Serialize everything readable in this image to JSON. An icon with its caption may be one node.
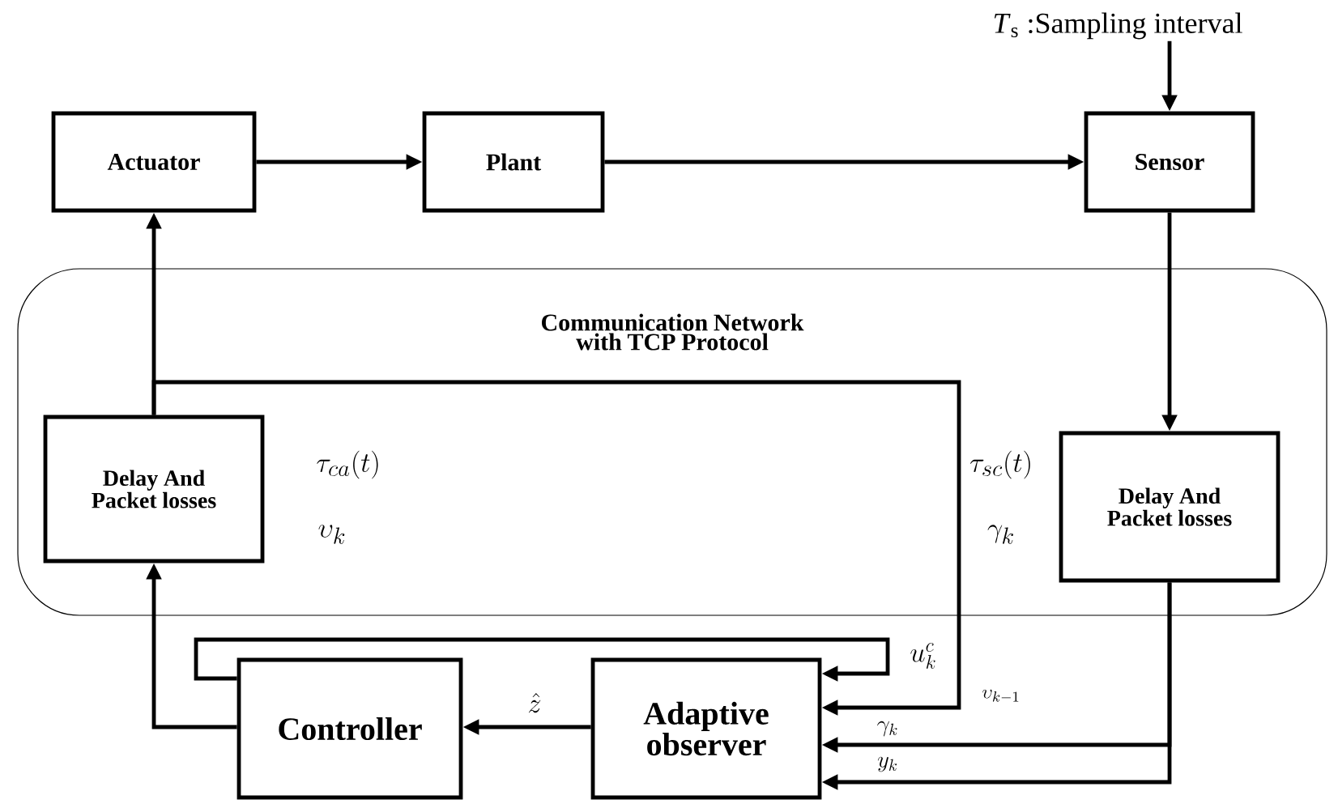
{
  "diagram": {
    "nodes": [
      {
        "text": [
          "Actuator"
        ]
      },
      {
        "text": [
          "Plant"
        ]
      },
      {
        "text": [
          "Sensor"
        ]
      },
      {
        "text": [
          "Communication Network with TCP Protocol"
        ]
      },
      {
        "text": [
          "Delay And Packet losses"
        ],
        "in": 3
      },
      {
        "text": [
          "Delay And Packet losses"
        ],
        "in": 3
      },
      {
        "text": [
          "Controller"
        ]
      },
      {
        "text": [
          "Adaptive observer"
        ]
      },
      {
        "text": [
          "*T*$_{s}$ :Sampling interval"
        ]
      }
    ],
    "edges": [
      {
        "from": 0,
        "to": 1,
        "arrow": "to"
      },
      {
        "from": 1,
        "to": 2,
        "arrow": "to"
      },
      {
        "from": 8,
        "to": 2,
        "arrow": "to"
      },
      {
        "from": 2,
        "to": 5,
        "arrow": "to"
      },
      {
        "from": 4,
        "to": 0,
        "arrow": "to"
      },
      {
        "from": 6,
        "to": 4,
        "arrow": "to"
      },
      {
        "from": 7,
        "to": 6,
        "arrow": "to",
        "label": "\\hat{z}"
      },
      {
        "from": 6,
        "to": 7,
        "arrow": "to",
        "label": "u_k^c"
      },
      {
        "from": 4,
        "to": 7,
        "arrow": "to",
        "label": "\\upsilon_{k-1}"
      },
      {
        "from": 5,
        "to": 7,
        "arrow": "to",
        "label": "\\gamma_k"
      },
      {
        "from": 5,
        "to": 7,
        "arrow": "to",
        "label": "y_k"
      }
    ],
    "labels": [
      "\\tau_{ca}(t)",
      "\\upsilon_k",
      "\\tau_{sc}(t)",
      "\\gamma_k"
    ]
  }
}
